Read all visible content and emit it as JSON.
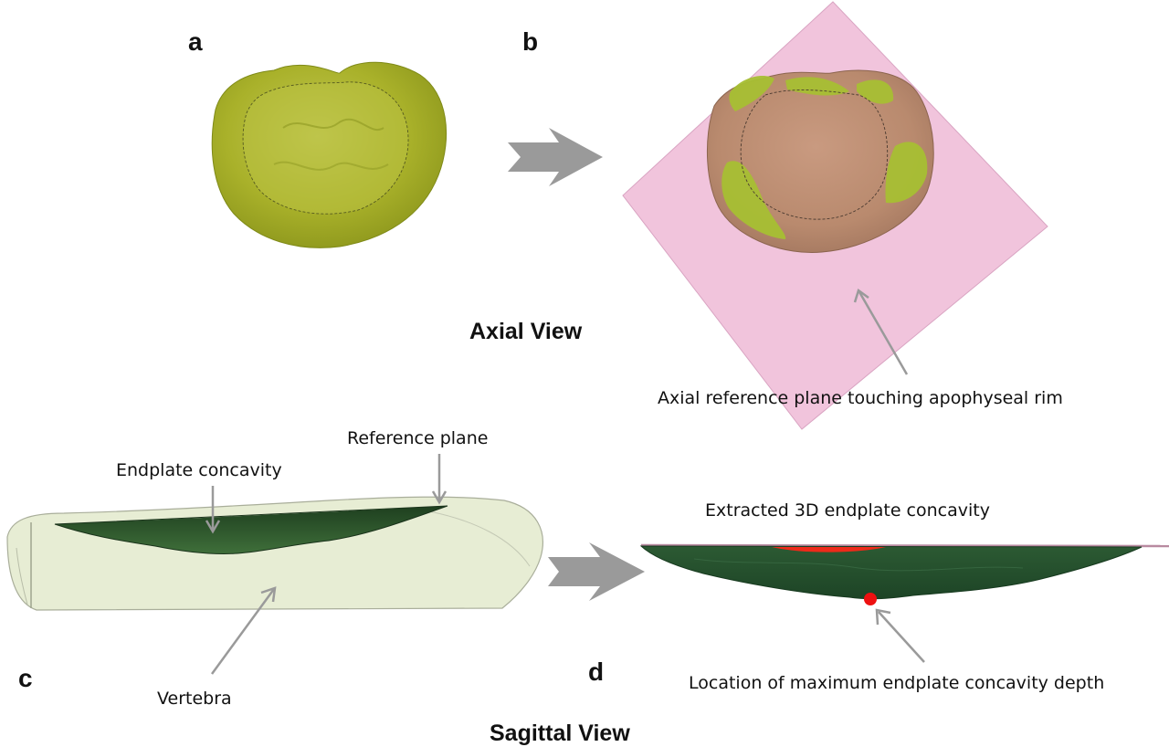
{
  "panels": {
    "a": {
      "letter": "a"
    },
    "b": {
      "letter": "b"
    },
    "c": {
      "letter": "c"
    },
    "d": {
      "letter": "d"
    }
  },
  "view_titles": {
    "axial": "Axial View",
    "sagittal": "Sagittal View"
  },
  "annotations": {
    "axial_reference_plane": "Axial reference plane touching apophyseal rim",
    "endplate_concavity": "Endplate concavity",
    "reference_plane": "Reference plane",
    "vertebra": "Vertebra",
    "extracted_concavity": "Extracted 3D endplate concavity",
    "max_depth_location": "Location of maximum endplate concavity depth"
  },
  "colors": {
    "endplate_yellow_green": "#aab52a",
    "rim_green": "#a7bf33",
    "plane_pink": "#f1c4dc",
    "vertebra_brown": "#bf8e74",
    "concavity_dark_green": "#24502a",
    "vertebra_pale": "#e4ebcf",
    "max_depth_marker": "#ee1111",
    "arrow_gray": "#9a9a9a"
  }
}
